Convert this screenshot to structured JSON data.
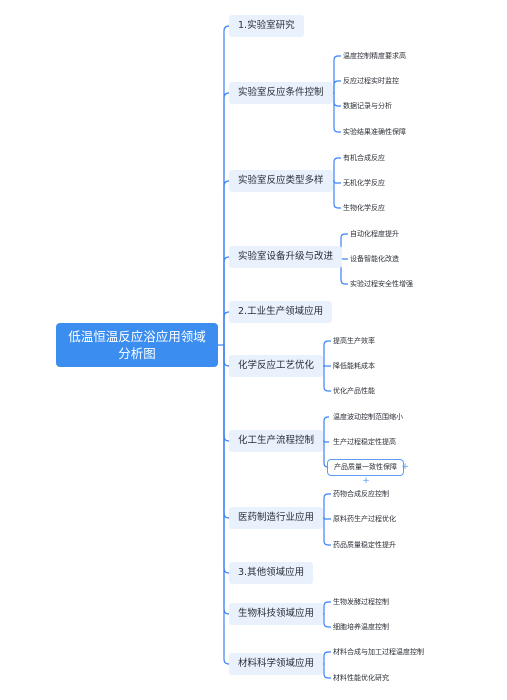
{
  "root": {
    "label": "低温恒温反应浴应用领域分析图"
  },
  "categories": [
    {
      "label": "1.实验室研究"
    },
    {
      "label": "2.工业生产领域应用"
    },
    {
      "label": "3.其他领域应用"
    }
  ],
  "groups": [
    {
      "label": "实验室反应条件控制",
      "children": [
        "温度控制精度要求高",
        "反应过程实时监控",
        "数据记录与分析",
        "实验结果准确性保障"
      ]
    },
    {
      "label": "实验室反应类型多样",
      "children": [
        "有机合成反应",
        "无机化学反应",
        "生物化学反应"
      ]
    },
    {
      "label": "实验室设备升级与改进",
      "children": [
        "自动化程度提升",
        "设备智能化改造",
        "实验过程安全性增强"
      ]
    },
    {
      "label": "化学反应工艺优化",
      "children": [
        "提高生产效率",
        "降低能耗成本",
        "优化产品性能"
      ]
    },
    {
      "label": "化工生产流程控制",
      "children": [
        "温度波动控制范围缩小",
        "生产过程稳定性提高",
        "产品质量一致性保障"
      ]
    },
    {
      "label": "医药制造行业应用",
      "children": [
        "药物合成反应控制",
        "原料药生产过程优化",
        "药品质量稳定性提升"
      ]
    },
    {
      "label": "生物科技领域应用",
      "children": [
        "生物发酵过程控制",
        "细胞培养温度控制"
      ]
    },
    {
      "label": "材料科学领域应用",
      "children": [
        "材料合成与加工过程温度控制",
        "材料性能优化研究"
      ]
    }
  ],
  "colors": {
    "root": "#3b8ef0",
    "branch": "#e9f1fd",
    "line": "#3b82f6",
    "selection": "#5b9cf6"
  },
  "icons": {
    "add": "+"
  }
}
